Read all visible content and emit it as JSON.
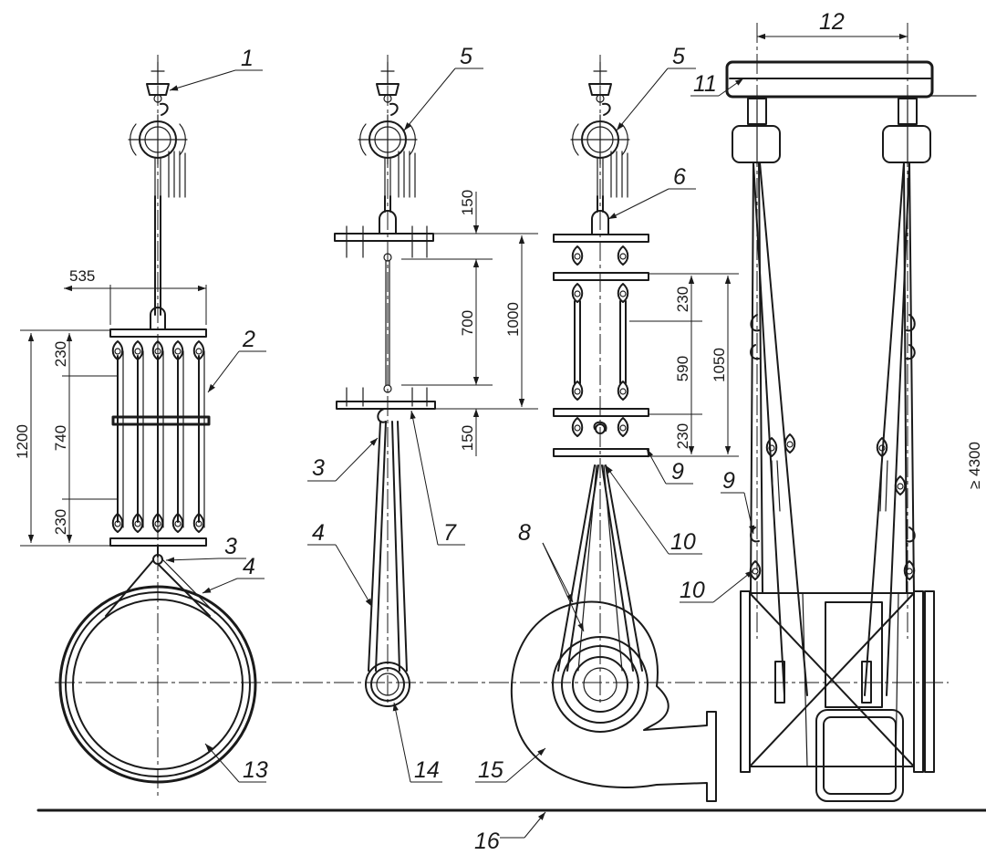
{
  "callouts": {
    "c1": "1",
    "c2": "2",
    "c3a": "3",
    "c3b": "3",
    "c4a": "4",
    "c4b": "4",
    "c5a": "5",
    "c5b": "5",
    "c6": "6",
    "c7": "7",
    "c8": "8",
    "c9a": "9",
    "c9b": "9",
    "c10a": "10",
    "c10b": "10",
    "c11": "11",
    "c12": "12",
    "c13": "13",
    "c14": "14",
    "c15": "15",
    "c16": "16"
  },
  "dimensions": {
    "d535": "535",
    "d1200": "1200",
    "d230a": "230",
    "d740": "740",
    "d230b": "230",
    "d150a": "150",
    "d700": "700",
    "d1000": "1000",
    "d150b": "150",
    "d230c": "230",
    "d590": "590",
    "d1050": "1050",
    "d230d": "230",
    "d4300": "≥ 4300"
  }
}
